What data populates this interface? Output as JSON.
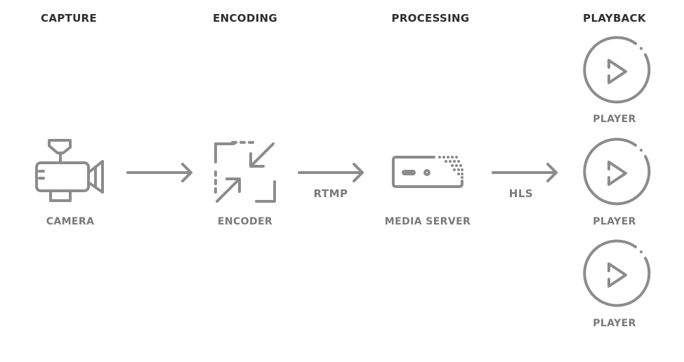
{
  "stages": {
    "capture": "CAPTURE",
    "encoding": "ENCODING",
    "processing": "PROCESSING",
    "playback": "PLAYBACK"
  },
  "nodes": {
    "camera": {
      "label": "CAMERA",
      "icon": "video-camera-icon"
    },
    "encoder": {
      "label": "ENCODER",
      "icon": "compress-arrows-icon"
    },
    "media_server": {
      "label": "MEDIA SERVER",
      "icon": "server-box-icon"
    },
    "players": [
      {
        "label": "PLAYER",
        "icon": "play-circle-icon"
      },
      {
        "label": "PLAYER",
        "icon": "play-circle-icon"
      },
      {
        "label": "PLAYER",
        "icon": "play-circle-icon"
      }
    ]
  },
  "edges": [
    {
      "from": "camera",
      "to": "encoder",
      "label": ""
    },
    {
      "from": "encoder",
      "to": "media_server",
      "label": "RTMP"
    },
    {
      "from": "media_server",
      "to": "players",
      "label": "HLS"
    }
  ],
  "colors": {
    "heading": "#2e2e2e",
    "label": "#7a7a7a",
    "stroke": "#8c8c8c"
  }
}
